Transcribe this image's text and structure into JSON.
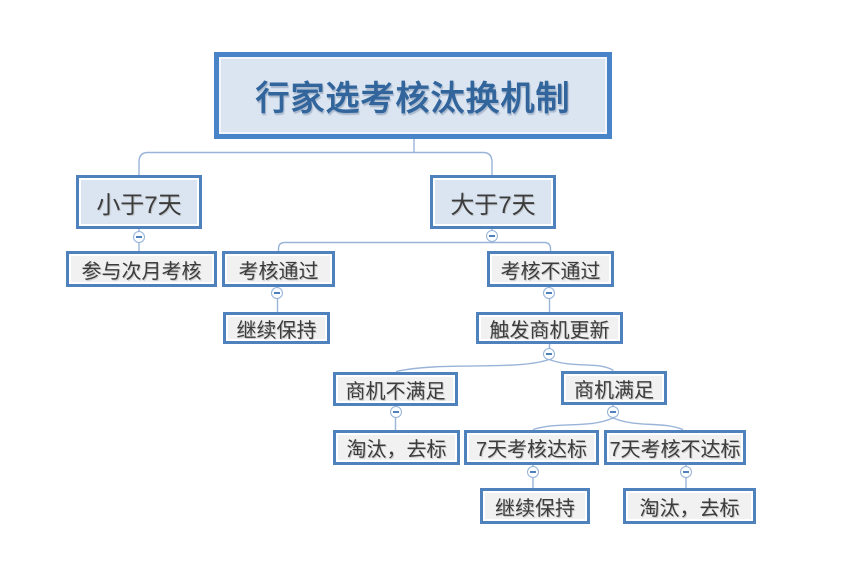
{
  "diagram": {
    "type": "mindmap-tree",
    "title": "行家选考核汰换机制",
    "nodes": {
      "root": {
        "label": "行家选考核汰换机制"
      },
      "lt7": {
        "label": "小于7天"
      },
      "next_month": {
        "label": "参与次月考核"
      },
      "gt7": {
        "label": "大于7天"
      },
      "pass": {
        "label": "考核通过"
      },
      "keep_pass": {
        "label": "继续保持"
      },
      "fail": {
        "label": "考核不通过"
      },
      "trigger": {
        "label": "触发商机更新"
      },
      "opp_not_met": {
        "label": "商机不满足"
      },
      "eliminate_1": {
        "label": "淘汰，去标"
      },
      "opp_met": {
        "label": "商机满足"
      },
      "day7_met": {
        "label": "7天考核达标"
      },
      "day7_not_met": {
        "label": "7天考核不达标"
      },
      "keep_2": {
        "label": "继续保持"
      },
      "eliminate_2": {
        "label": "淘汰，去标"
      }
    },
    "edges": [
      {
        "from": "行家选考核汰换机制",
        "to": "小于7天"
      },
      {
        "from": "行家选考核汰换机制",
        "to": "大于7天"
      },
      {
        "from": "小于7天",
        "to": "参与次月考核"
      },
      {
        "from": "大于7天",
        "to": "考核通过"
      },
      {
        "from": "大于7天",
        "to": "考核不通过"
      },
      {
        "from": "考核通过",
        "to": "继续保持"
      },
      {
        "from": "考核不通过",
        "to": "触发商机更新"
      },
      {
        "from": "触发商机更新",
        "to": "商机不满足"
      },
      {
        "from": "触发商机更新",
        "to": "商机满足"
      },
      {
        "from": "商机不满足",
        "to": "淘汰，去标"
      },
      {
        "from": "商机满足",
        "to": "7天考核达标"
      },
      {
        "from": "商机满足",
        "to": "7天考核不达标"
      },
      {
        "from": "7天考核达标",
        "to": "继续保持"
      },
      {
        "from": "7天考核不达标",
        "to": "淘汰，去标"
      }
    ],
    "collapse_marker": "minus",
    "palette": {
      "node_border": "#4f81bd",
      "root_border": "#4a84c8",
      "branch_fill": "#dbe5f1",
      "leaf_fill": "#f1f1f1",
      "root_text": "#31659c",
      "node_text": "#3c3c3c",
      "connector": "#9ab4d9",
      "collapse_minus": "#4f81bd"
    }
  }
}
